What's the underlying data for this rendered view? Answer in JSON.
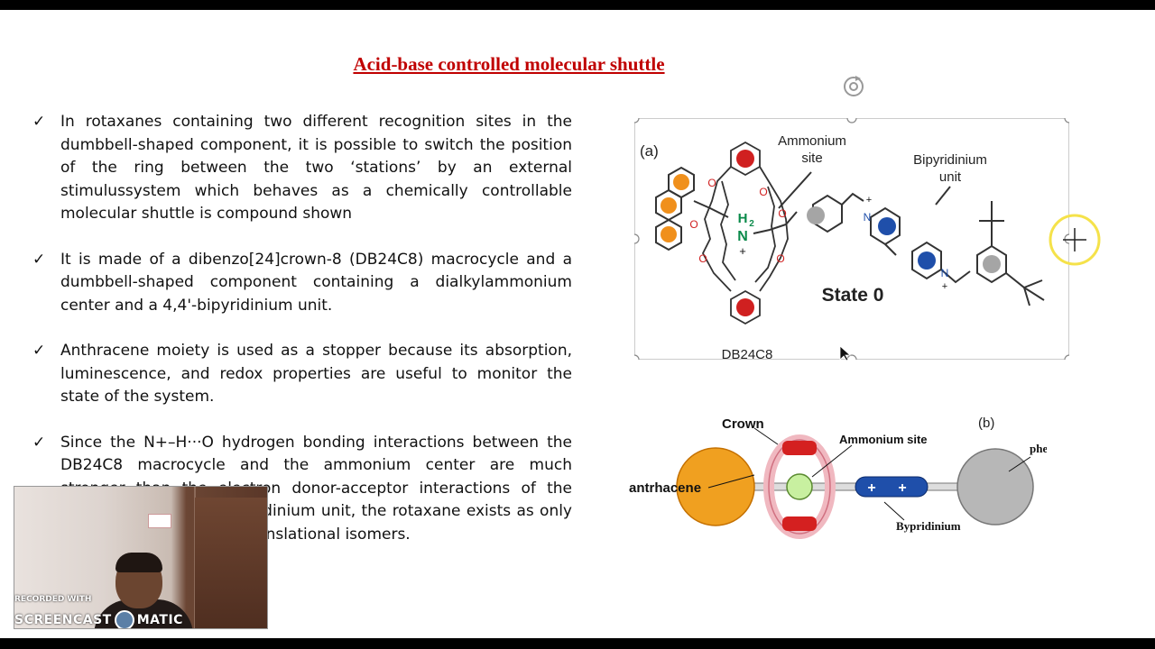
{
  "slide": {
    "title": "Acid-base controlled molecular shuttle",
    "bullets": [
      "In rotaxanes containing two different recognition sites in the dumbbell-shaped component, it is possible to switch the position of the ring between the two ‘stations’ by an external stimulussystem which behaves as a chemically controllable molecular shuttle is compound shown",
      "It is made of a dibenzo[24]crown-8 (DB24C8) macrocycle and a dumbbell-shaped component containing a dialkylammonium center and a 4,4'-bipyridinium unit.",
      "Anthracene moiety is used as a stopper because its absorption, luminescence, and redox properties are useful to monitor the state of the system.",
      "Since the N+–H···O hydrogen bonding interactions between the DB24C8 macrocycle and the ammonium center are much stronger than the electron donor-acceptor interactions of the macrocycle and the bipyridinium unit, the rotaxane exists as only one of the two possible translational isomers."
    ],
    "check_glyph": "✓"
  },
  "figure_a": {
    "panel_label": "(a)",
    "ammonium_label_1": "Ammonium",
    "ammonium_label_2": "site",
    "bipyridinium_label_1": "Bipyridinium",
    "bipyridinium_label_2": "unit",
    "state_label": "State 0",
    "macrocycle_label": "DB24C8",
    "h2": "H",
    "h2_sub": "2",
    "n": "N",
    "plus": "+",
    "o": "O"
  },
  "figure_b": {
    "panel_label": "(b)",
    "crown": "Crown",
    "ammonium_site": "Ammonium site",
    "anthracene": "antrhacene",
    "phenyl": "phenyl",
    "bypridinium": "Bypridinium",
    "plus": "+"
  },
  "webcam": {
    "recorded_with": "RECORDED WITH",
    "brand_left": "SCREENCAST",
    "brand_right": "MATIC"
  },
  "colors": {
    "title": "#c00000",
    "anthracene": "#f0901c",
    "ring_red": "#d02020",
    "bipyridinium_blue": "#1f4faa",
    "phenyl_gray": "#a5a5a5",
    "selection_handle": "#888888"
  }
}
